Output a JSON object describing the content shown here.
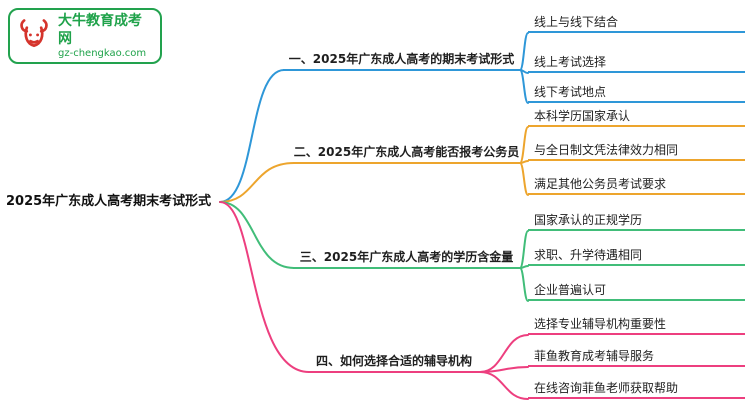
{
  "logo": {
    "title": "大牛教育成考网",
    "subtitle": "gz-chengkao.com",
    "brand_color": "#1fa24a",
    "icon": "bull-icon",
    "icon_color": "#d5342c"
  },
  "root": {
    "label": "2025年广东成人高考期末考试形式"
  },
  "branches": [
    {
      "label": "一、2025年广东成人高考的期末考试形式",
      "color": "#2e97d8",
      "leaves": [
        "线上与线下结合",
        "线上考试选择",
        "线下考试地点"
      ]
    },
    {
      "label": "二、2025年广东成人高考能否报考公务员",
      "color": "#eda52d",
      "leaves": [
        "本科学历国家承认",
        "与全日制文凭法律效力相同",
        "满足其他公务员考试要求"
      ]
    },
    {
      "label": "三、2025年广东成人高考的学历含金量",
      "color": "#41bd79",
      "leaves": [
        "国家承认的正规学历",
        "求职、升学待遇相同",
        "企业普遍认可"
      ]
    },
    {
      "label": "四、如何选择合适的辅导机构",
      "color": "#ed3f7f",
      "leaves": [
        "选择专业辅导机构重要性",
        "菲鱼教育成考辅导服务",
        "在线咨询菲鱼老师获取帮助"
      ]
    }
  ]
}
